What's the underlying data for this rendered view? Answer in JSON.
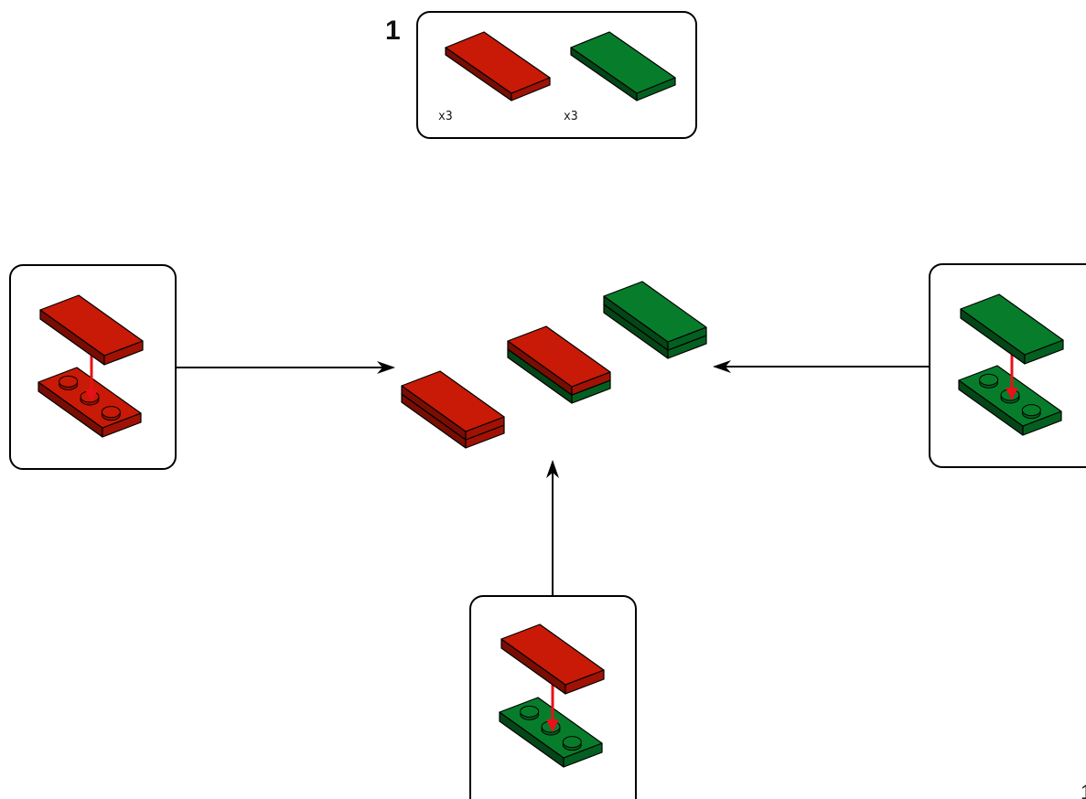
{
  "step": {
    "number": "1",
    "parts": [
      {
        "color": "red",
        "quantity": "x3"
      },
      {
        "color": "green",
        "quantity": "x3"
      }
    ]
  },
  "page_corner_mark": "1",
  "colors": {
    "red_top": "#c81a06",
    "red_right": "#a01204",
    "red_left": "#7a0d02",
    "green_top": "#077d2b",
    "green_right": "#046020",
    "green_left": "#034716",
    "insert_arrow": "#e8101a",
    "outline": "#000000"
  },
  "callouts": [
    {
      "top": "red",
      "base": "red"
    },
    {
      "top": "red",
      "base": "green"
    },
    {
      "top": "green",
      "base": "green"
    }
  ],
  "result_stacks": [
    {
      "top": "red",
      "base": "red"
    },
    {
      "top": "red",
      "base": "green"
    },
    {
      "top": "green",
      "base": "green"
    }
  ]
}
